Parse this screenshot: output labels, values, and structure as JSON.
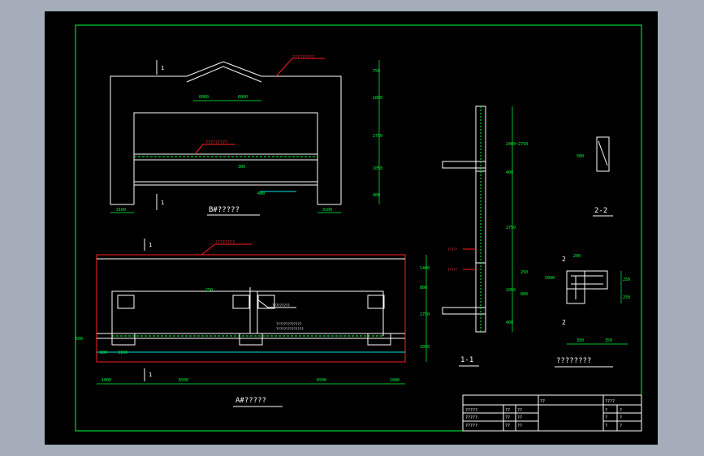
{
  "labels": {
    "b_view": "B#?????",
    "a_view": "A#?????",
    "section_1": "1-1",
    "section_2": "2-2",
    "detail": "????????",
    "red_note_b_top": "?????????",
    "red_note_b_mid": "?????????",
    "red_note_a_top": "????????",
    "red_note_s1_a": "?????",
    "red_note_s1_b": "?????",
    "white_note_a1": "?????????",
    "white_note_a2": "?????????????",
    "white_note_a3": "??????????????"
  },
  "dims": {
    "b_bottom_left": "3100",
    "b_bottom_right": "3100",
    "b_top_left": "6000",
    "b_top_right": "6000",
    "b_mid": "300",
    "b_base": "400",
    "b_right": [
      "750",
      "1000",
      "2750",
      "1050",
      "400"
    ],
    "a_bottom": [
      "1000",
      "6500",
      "6500",
      "1000"
    ],
    "a_bottom_small": [
      "800",
      "3100"
    ],
    "a_right": [
      "1400",
      "800",
      "2750",
      "1050"
    ],
    "a_left": "500",
    "a_mid": "250",
    "s1_right": [
      "2400~2750",
      "400",
      "2750",
      "1050",
      "400"
    ],
    "s1_mid": [
      "250",
      "800"
    ],
    "detail_bottom": [
      "350",
      "350"
    ],
    "detail_right": [
      "250",
      "250"
    ],
    "detail_left": "5000",
    "detail_top": "200",
    "s2_left": "500"
  },
  "title_block": {
    "cells": [
      "?????",
      "??",
      "??",
      "?????",
      "??",
      "??",
      "?????",
      "??",
      "??",
      "????",
      "??",
      "??",
      "?",
      "?",
      "?",
      "?",
      "??",
      "?",
      "?",
      "?",
      "?"
    ]
  }
}
